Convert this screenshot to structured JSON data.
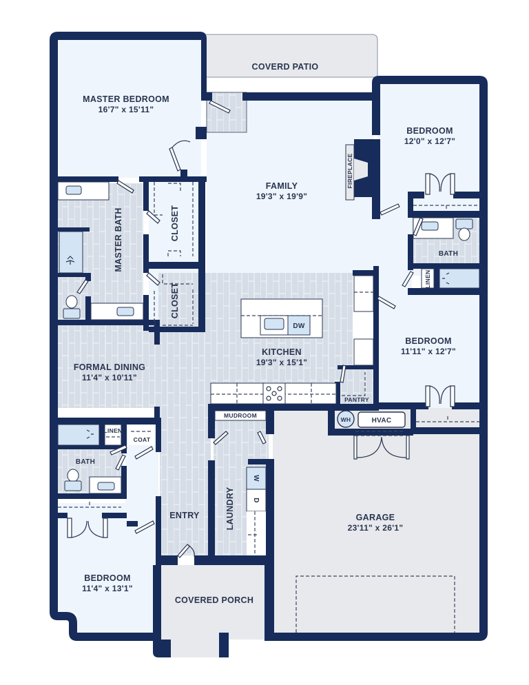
{
  "plan": {
    "colors": {
      "wall": "#172c5a",
      "living_floor": "#eef5fc",
      "tile_floor": "#d6dde6",
      "tile_grout": "#eef2f6",
      "exterior_floor": "#e7e9ec",
      "fixture_fill": "#ffffff",
      "water_fill": "#d3e4f5",
      "label": "#2a3550"
    },
    "rooms": {
      "master_bedroom": {
        "name": "MASTER BEDROOM",
        "dims": "16'7\" x 15'11\""
      },
      "covered_patio": {
        "name": "COVERD PATIO"
      },
      "family": {
        "name": "FAMILY",
        "dims": "19'3\" x 19'9\""
      },
      "fireplace": {
        "name": "FIREPLACE"
      },
      "bedroom_ne": {
        "name": "BEDROOM",
        "dims": "12'0\" x 12'7\""
      },
      "bath_east": {
        "name": "BATH"
      },
      "linen_east": {
        "name": "LINEN"
      },
      "master_bath": {
        "name": "MASTER BATH"
      },
      "closet_upper": {
        "name": "CLOSET"
      },
      "closet_lower": {
        "name": "CLOSET"
      },
      "kitchen": {
        "name": "KITCHEN",
        "dims": "19'3\" x 15'1\""
      },
      "dishwasher": {
        "name": "DW"
      },
      "pantry": {
        "name": "PANTRY"
      },
      "bedroom_east": {
        "name": "BEDROOM",
        "dims": "11'11\" x 12'7\""
      },
      "formal_dining": {
        "name": "FORMAL DINING",
        "dims": "11'4\" x 10'11\""
      },
      "linen_west": {
        "name": "LINEN"
      },
      "coat": {
        "name": "COAT"
      },
      "bath_west": {
        "name": "BATH"
      },
      "mudroom": {
        "name": "MUDROOM"
      },
      "water_heater": {
        "name": "WH"
      },
      "hvac": {
        "name": "HVAC"
      },
      "laundry": {
        "name": "LAUNDRY"
      },
      "washer": {
        "name": "W"
      },
      "dryer": {
        "name": "D"
      },
      "entry": {
        "name": "ENTRY"
      },
      "garage": {
        "name": "GARAGE",
        "dims": "23'11\" x 26'1\""
      },
      "bedroom_sw": {
        "name": "BEDROOM",
        "dims": "11'4\" x 13'1\""
      },
      "covered_porch": {
        "name": "COVERED PORCH"
      }
    }
  }
}
